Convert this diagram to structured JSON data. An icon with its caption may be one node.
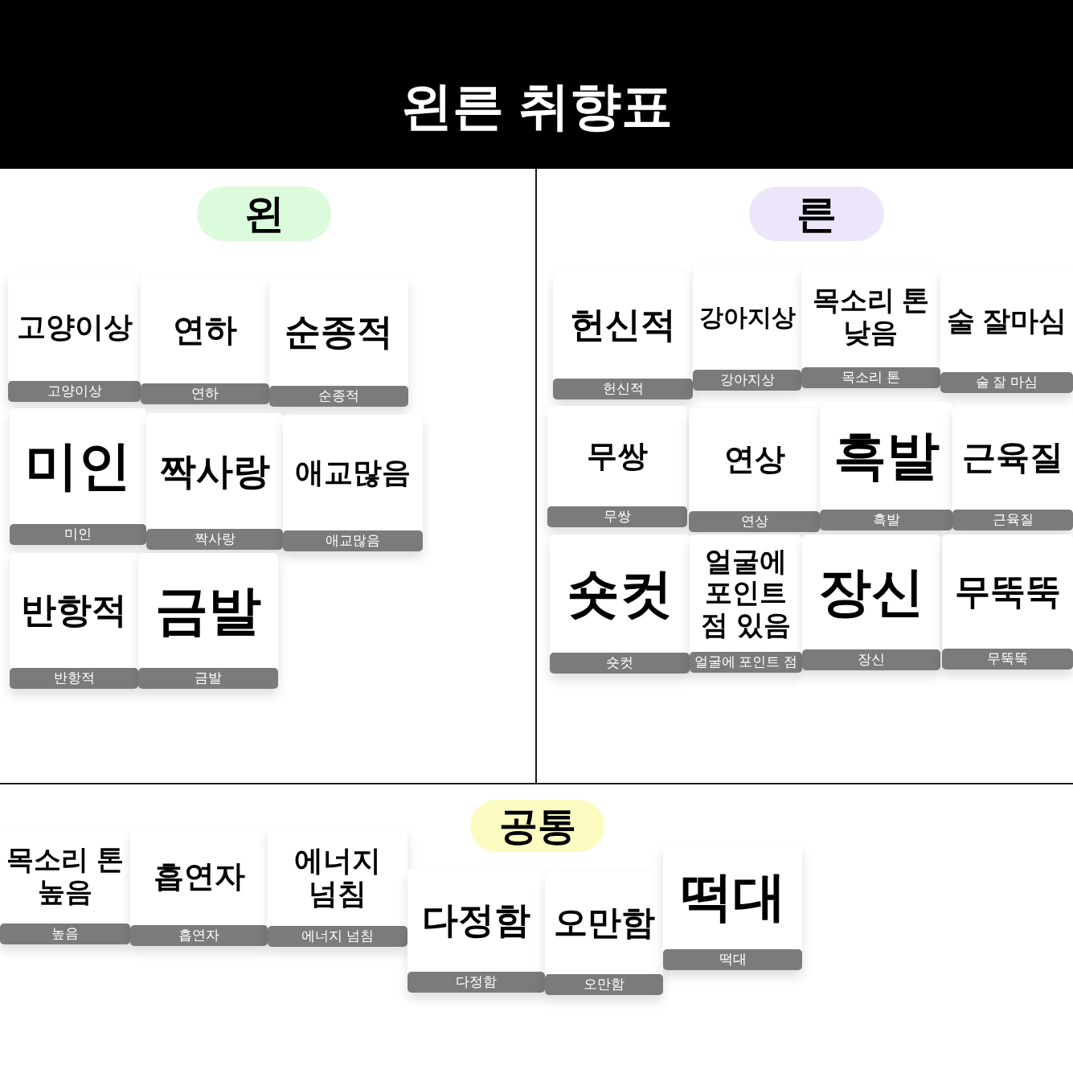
{
  "diagram": {
    "title": "왼른 취향표",
    "nodes": [
      {
        "text": [
          "왼"
        ]
      },
      {
        "text": [
          "고양이상",
          "고양이상"
        ]
      },
      {
        "text": [
          "연하",
          "연하"
        ]
      },
      {
        "text": [
          "순종적",
          "순종적"
        ]
      },
      {
        "text": [
          "미인",
          "미인"
        ]
      },
      {
        "text": [
          "짝사랑",
          "짝사랑"
        ]
      },
      {
        "text": [
          "애교많음",
          "애교많음"
        ]
      },
      {
        "text": [
          "반항적",
          "반항적"
        ]
      },
      {
        "text": [
          "금발",
          "금발"
        ]
      },
      {
        "text": [
          "른"
        ]
      },
      {
        "text": [
          "헌신적",
          "헌신적"
        ]
      },
      {
        "text": [
          "강아지상",
          "강아지상"
        ]
      },
      {
        "text": [
          "목소리 톤 낮음",
          "목소리 톤"
        ]
      },
      {
        "text": [
          "술 잘마심",
          "술 잘 마심"
        ]
      },
      {
        "text": [
          "무쌍",
          "무쌍"
        ]
      },
      {
        "text": [
          "연상",
          "연상"
        ]
      },
      {
        "text": [
          "흑발",
          "흑발"
        ]
      },
      {
        "text": [
          "근육질",
          "근육질"
        ]
      },
      {
        "text": [
          "숏컷",
          "숏컷"
        ]
      },
      {
        "text": [
          "얼굴에 포인트 점 있음",
          "얼굴에 포인트 점"
        ]
      },
      {
        "text": [
          "장신",
          "장신"
        ]
      },
      {
        "text": [
          "무뚝뚝",
          "무뚝뚝"
        ]
      },
      {
        "text": [
          "공통"
        ]
      },
      {
        "text": [
          "목소리 톤 높음",
          "높음"
        ]
      },
      {
        "text": [
          "흡연자",
          "흡연자"
        ]
      },
      {
        "text": [
          "에너지 넘침",
          "에너지 넘침"
        ]
      },
      {
        "text": [
          "다정함",
          "다정함"
        ]
      },
      {
        "text": [
          "오만함",
          "오만함"
        ]
      },
      {
        "text": [
          "떡대",
          "떡대"
        ]
      }
    ]
  }
}
